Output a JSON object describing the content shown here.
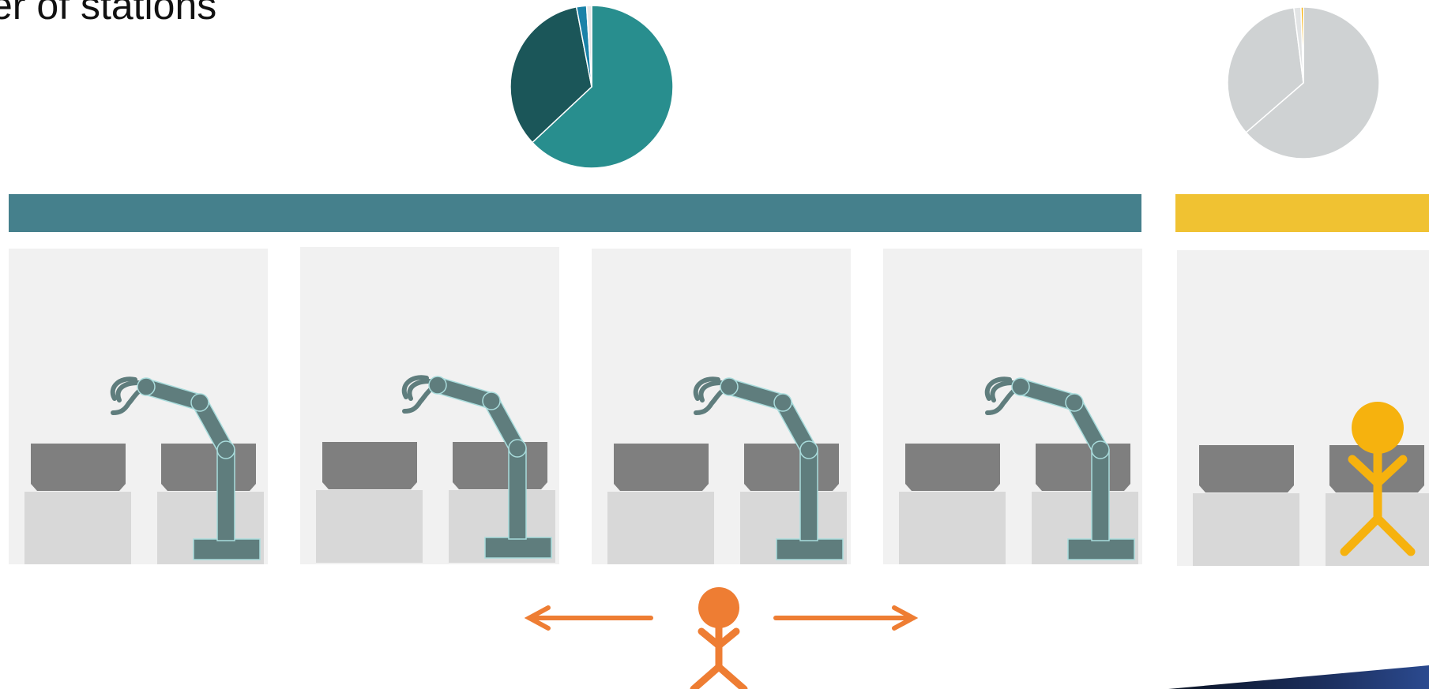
{
  "title": "er of stations",
  "colors": {
    "teal_bar": "#45808c",
    "yellow_bar": "#f0c232",
    "pie_main": "#288e8e",
    "pie_dark": "#1b5659",
    "pie_accent": "#1a82a8",
    "gray_pie": "#cfd2d3",
    "orange": "#ee7d33",
    "yellow_person": "#f6b20e",
    "robot": "#5f7d7d",
    "robot_outline": "#a9dcdc",
    "box": "#7f7f7f",
    "station_bg": "#f1f1f1",
    "table": "#d8d8d8"
  },
  "stations": [
    {
      "type": "robot"
    },
    {
      "type": "robot"
    },
    {
      "type": "robot"
    },
    {
      "type": "robot"
    },
    {
      "type": "human"
    }
  ],
  "chart_data": [
    {
      "type": "pie",
      "values": [
        63,
        34,
        2,
        1
      ],
      "colors": [
        "#288e8e",
        "#1b5659",
        "#1a82a8",
        "#e6e6e6"
      ]
    },
    {
      "type": "pie",
      "values": [
        63,
        34,
        1.5,
        0.5
      ],
      "colors": [
        "#cfd2d3",
        "#cfd2d3",
        "#e2e4e5",
        "#f6b20e"
      ]
    }
  ]
}
